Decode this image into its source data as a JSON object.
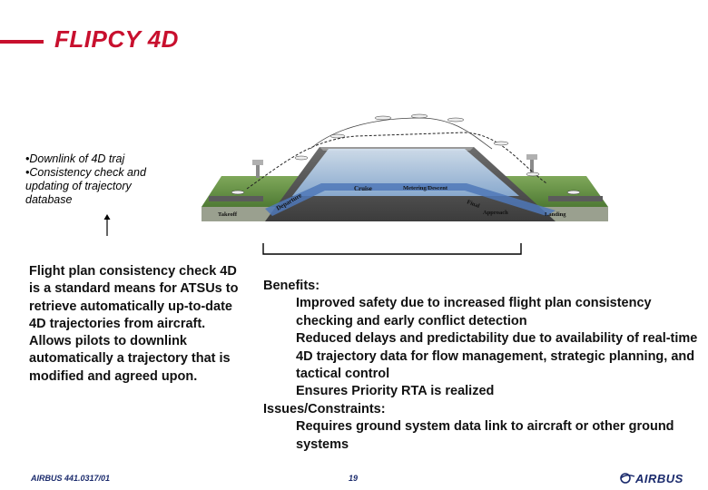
{
  "slide": {
    "title": "FLIPCY 4D",
    "bullets": [
      "•Downlink of 4D traj",
      "•Consistency check and\nupdating of trajectory\ndatabase"
    ],
    "description": "Flight plan consistency check 4D is a standard means for ATSUs to retrieve automatically up-to-date 4D trajectories from aircraft. Allows pilots to downlink automatically a trajectory that is modified and agreed upon.",
    "benefits_heading": "Benefits:",
    "benefits": [
      "Improved safety due to increased flight plan consistency checking and early conflict detection",
      "Reduced delays and predictability due to availability of real-time 4D trajectory data for flow management, strategic planning, and tactical control",
      "Ensures Priority RTA is realized"
    ],
    "issues_heading": "Issues/Constraints:",
    "issues": [
      "Requires ground system data link to aircraft or other ground systems"
    ]
  },
  "diagram": {
    "phase_labels": {
      "takeoff": "Takeoff",
      "departure": "Departure",
      "cruise": "Cruise",
      "metering": "Metering/Descent",
      "final": "Final",
      "approach": "Approach",
      "landing": "Landing"
    }
  },
  "footer": {
    "doc_ref": "AIRBUS 441.0317/01",
    "page": "19",
    "logo": "AIRBUS"
  },
  "colors": {
    "title": "#c8102e",
    "footer_text": "#1a2a6c"
  }
}
